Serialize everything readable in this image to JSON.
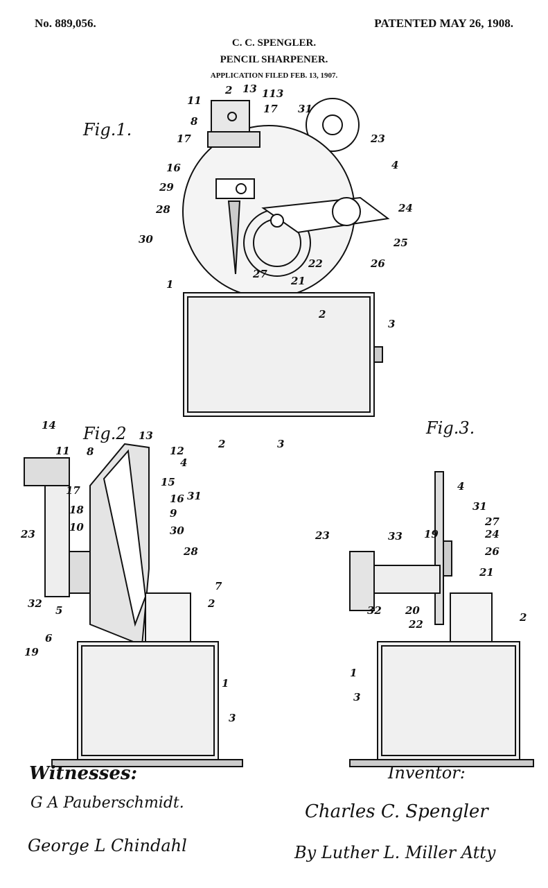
{
  "header": {
    "patent_number": "No. 889,056.",
    "patent_date": "PATENTED MAY 26, 1908.",
    "inventor": "C. C. SPENGLER.",
    "title": "PENCIL SHARPENER.",
    "filed": "APPLICATION FILED FEB. 13, 1907."
  },
  "figures": {
    "fig1": {
      "label": "Fig.1.",
      "numerals": [
        "11",
        "2",
        "13",
        "113",
        "8",
        "17",
        "31",
        "23",
        "17",
        "16",
        "4",
        "29",
        "28",
        "24",
        "30",
        "25",
        "26",
        "27",
        "22",
        "21",
        "1",
        "2",
        "3"
      ],
      "section_marks": [
        "2",
        "3"
      ]
    },
    "fig2": {
      "label": "Fig.2",
      "numerals": [
        "14",
        "13",
        "12",
        "11",
        "8",
        "4",
        "15",
        "16",
        "31",
        "17",
        "18",
        "9",
        "10",
        "30",
        "23",
        "28",
        "7",
        "32",
        "5",
        "19",
        "6",
        "2",
        "1",
        "3"
      ]
    },
    "fig3": {
      "label": "Fig.3.",
      "numerals": [
        "4",
        "31",
        "27",
        "24",
        "23",
        "33",
        "19",
        "26",
        "21",
        "32",
        "20",
        "22",
        "2",
        "1",
        "3"
      ]
    }
  },
  "signatures": {
    "witnesses_label": "Witnesses:",
    "witness1": "G A Pauberschmidt.",
    "witness2": "George L Chindahl",
    "inventor_label": "Inventor:",
    "inventor": "Charles C. Spengler",
    "attorney": "By Luther L. Miller Atty"
  }
}
